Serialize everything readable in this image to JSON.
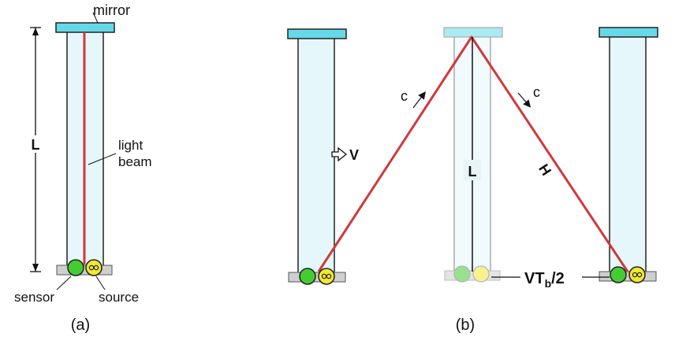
{
  "panel_a": {
    "caption": "(a)",
    "mirror_label": "mirror",
    "length_label": "L",
    "beam_label_line1": "light",
    "beam_label_line2": "beam",
    "sensor_label": "sensor",
    "source_label": "source"
  },
  "panel_b": {
    "caption": "(b)",
    "velocity_label": "V",
    "c_label_up": "c",
    "c_label_down": "c",
    "length_label": "L",
    "hypotenuse_label": "H",
    "displacement_main": "VT",
    "displacement_sub": "b",
    "displacement_tail": "/2"
  },
  "colors": {
    "mirror": "#66d9e8",
    "tube": "#e6f7fb",
    "beam": "#d0393b",
    "sensor": "#44cc33",
    "source": "#f0e833",
    "base": "#cfcfcf"
  }
}
